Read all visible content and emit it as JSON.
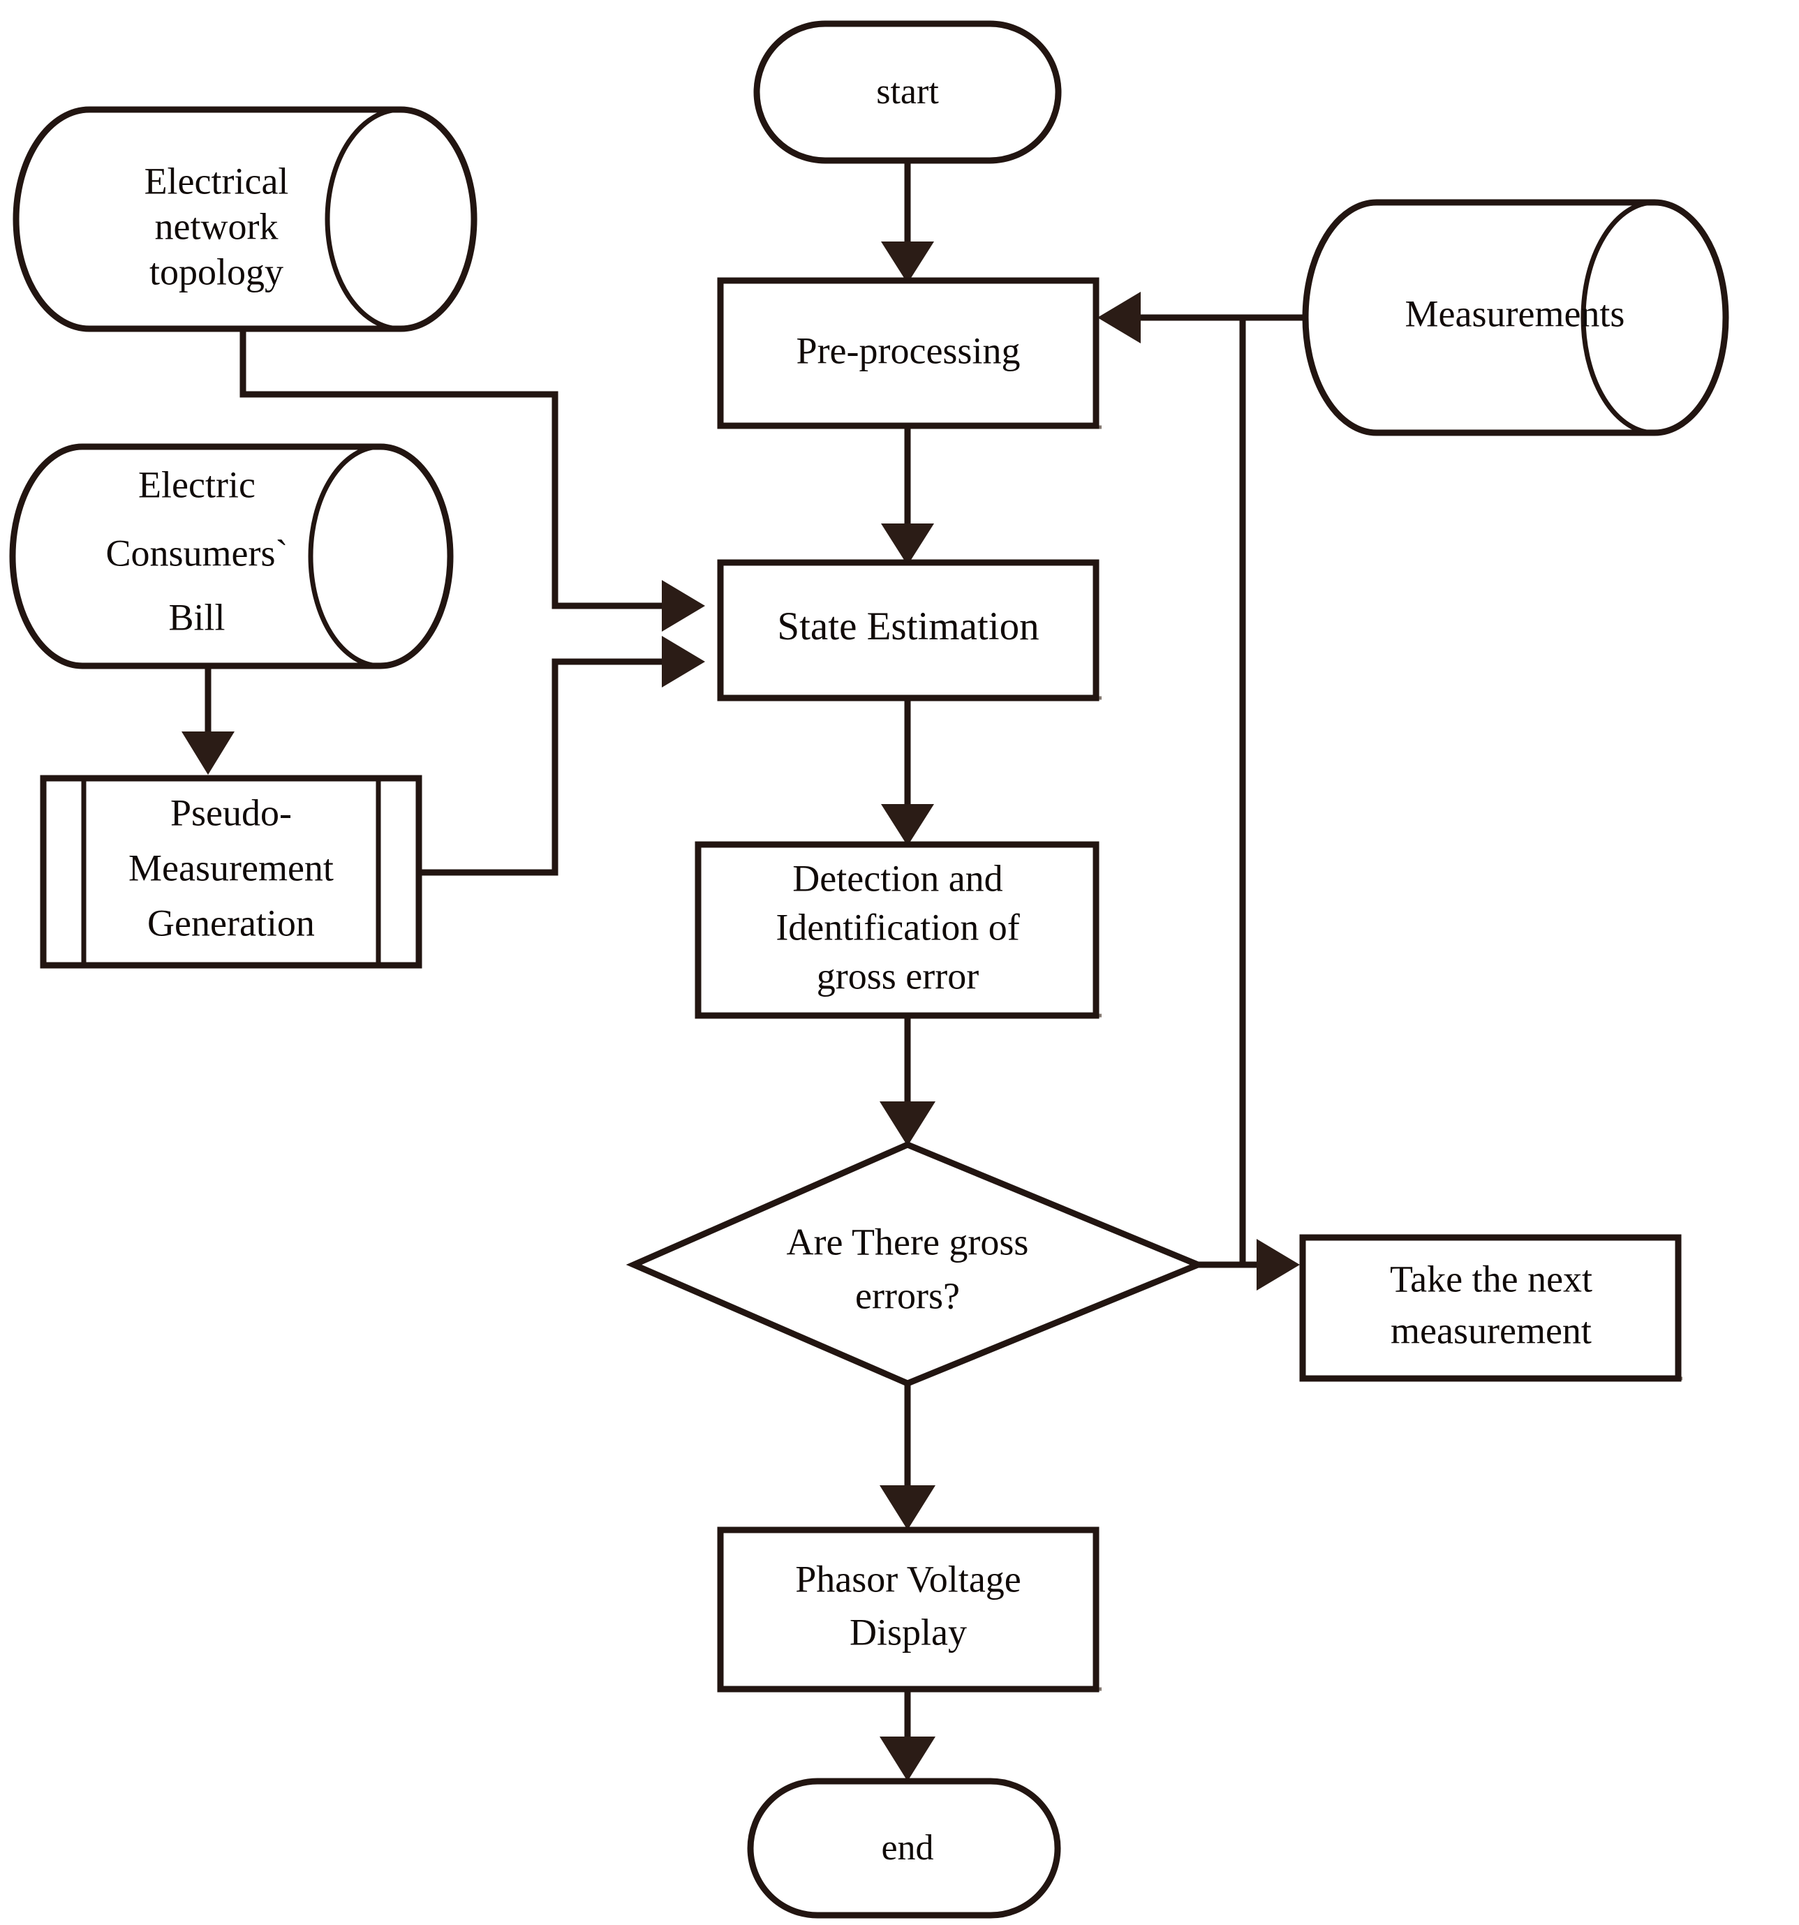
{
  "diagram": {
    "type": "flowchart",
    "title": "State estimation process flowchart",
    "colors": {
      "stroke": "#221511",
      "fill": "#ffffff",
      "text": "#100a08",
      "arrow": "#2b1c16"
    },
    "nodes": {
      "start": {
        "label": "start",
        "shape": "terminator"
      },
      "electrical_network_topology": {
        "shape": "database-cylinder",
        "lines": [
          "Electrical",
          "network",
          "topology"
        ]
      },
      "electric_consumers_bill": {
        "shape": "database-cylinder",
        "lines": [
          "Electric",
          "Consumers`",
          "Bill"
        ]
      },
      "pseudo_measurement_generation": {
        "shape": "predefined-process",
        "lines": [
          "Pseudo-",
          "Measurement",
          "Generation"
        ]
      },
      "measurements": {
        "shape": "database-cylinder",
        "lines": [
          "Measurements"
        ]
      },
      "pre_processing": {
        "shape": "process",
        "lines": [
          "Pre-processing"
        ]
      },
      "state_estimation": {
        "shape": "process",
        "lines": [
          "State Estimation"
        ]
      },
      "detection_identification": {
        "shape": "process",
        "lines": [
          "Detection and",
          "Identification of",
          "gross error"
        ]
      },
      "gross_errors_decision": {
        "shape": "decision",
        "lines": [
          "Are There gross",
          "errors?"
        ]
      },
      "take_next_measurement": {
        "shape": "process",
        "lines": [
          "Take the next",
          "measurement"
        ]
      },
      "phasor_voltage_display": {
        "shape": "process",
        "lines": [
          "Phasor Voltage",
          "Display"
        ]
      },
      "end": {
        "label": "end",
        "shape": "terminator"
      }
    },
    "edges": [
      {
        "from": "start",
        "to": "pre_processing"
      },
      {
        "from": "measurements",
        "to": "pre_processing"
      },
      {
        "from": "pre_processing",
        "to": "state_estimation"
      },
      {
        "from": "electrical_network_topology",
        "to": "state_estimation"
      },
      {
        "from": "electric_consumers_bill",
        "to": "pseudo_measurement_generation"
      },
      {
        "from": "pseudo_measurement_generation",
        "to": "state_estimation"
      },
      {
        "from": "state_estimation",
        "to": "detection_identification"
      },
      {
        "from": "detection_identification",
        "to": "gross_errors_decision"
      },
      {
        "from": "gross_errors_decision",
        "to": "take_next_measurement"
      },
      {
        "from": "gross_errors_decision",
        "to": "phasor_voltage_display"
      },
      {
        "from": "take_next_measurement",
        "to": "pre_processing"
      },
      {
        "from": "phasor_voltage_display",
        "to": "end"
      }
    ]
  }
}
